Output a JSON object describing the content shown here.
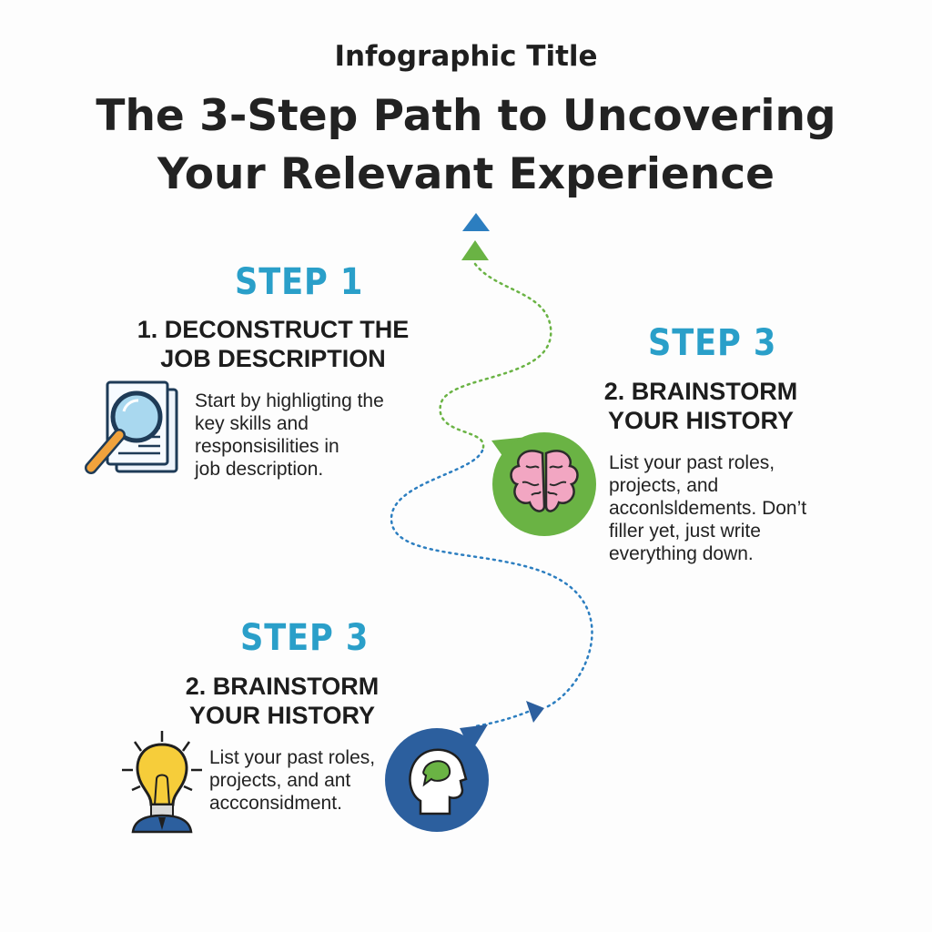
{
  "header": {
    "kicker": "Infographic Title",
    "title_line1": "The 3-Step Path to Uncovering",
    "title_line2": "Your Relevant Experience"
  },
  "steps": [
    {
      "label": "STEP 1",
      "heading_line1": "1. DECONSTRUCT THE",
      "heading_line2": "JOB DESCRIPTION",
      "body_lines": [
        "Start by highligting the",
        "key skills and",
        "responsisilities in",
        "job description."
      ],
      "icon": "document-magnifier-icon",
      "color": "#2a9fc9"
    },
    {
      "label": "STEP 3",
      "heading_line1": "2. BRAINSTORM",
      "heading_line2": "YOUR HISTORY",
      "body_lines": [
        "List your past roles,",
        "projects, and",
        "acconlsldements. Don’t",
        "filler yet, just write",
        "everything down."
      ],
      "icon": "brain-icon",
      "color": "#6ab344"
    },
    {
      "label": "STEP 3",
      "heading_line1": "2. BRAINSTORM",
      "heading_line2": "YOUR HISTORY",
      "body_lines": [
        "List your past roles,",
        "projects, and ant",
        "accconsidment."
      ],
      "icon": "lightbulb-person-icon",
      "color": "#2c5f9e"
    }
  ],
  "colors": {
    "path_green": "#6ab344",
    "path_blue": "#2c7ec0",
    "accent": "#2a9fc9",
    "head_icon_bg": "#2c5f9e"
  }
}
